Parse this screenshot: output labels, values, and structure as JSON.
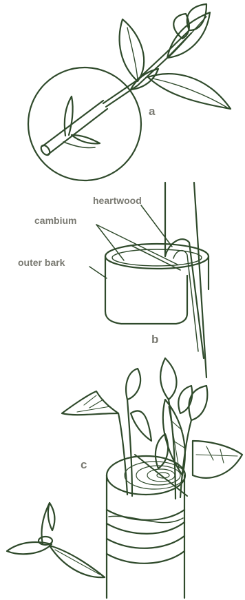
{
  "colors": {
    "line": "#2f4a2b",
    "label": "#7a7a72",
    "background": "#ffffff"
  },
  "panels": {
    "a": {
      "letter": "a"
    },
    "b": {
      "letter": "b",
      "labels": {
        "heartwood": "heartwood",
        "cambium": "cambium",
        "outer_bark": "outer bark"
      }
    },
    "c": {
      "letter": "c"
    }
  }
}
